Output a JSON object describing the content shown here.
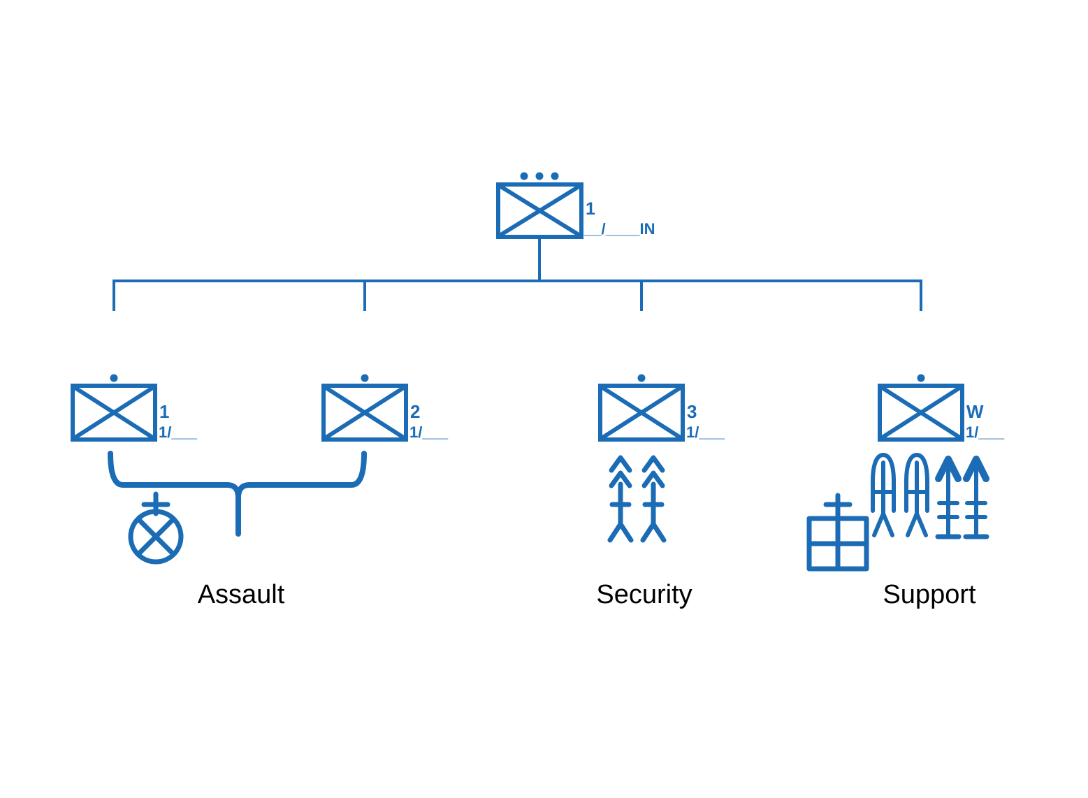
{
  "diagram_type": "military-task-organization-chart",
  "colors": {
    "symbol_blue": "#1b6cb5",
    "label_black": "#000000",
    "background": "#ffffff"
  },
  "platoon": {
    "echelon": "platoon-three-dots",
    "number": "1",
    "designation": "__/____IN"
  },
  "squads": [
    {
      "echelon": "squad-one-dot",
      "number": "1",
      "designation": "1/___"
    },
    {
      "echelon": "squad-one-dot",
      "number": "2",
      "designation": "1/___"
    },
    {
      "echelon": "squad-one-dot",
      "number": "3",
      "designation": "1/___"
    },
    {
      "echelon": "squad-one-dot",
      "number": "W",
      "designation": "1/___"
    }
  ],
  "sections": [
    {
      "label": "Assault",
      "symbols": [
        "machine-gun-circle"
      ]
    },
    {
      "label": "Security",
      "symbols": [
        "javelin-missile",
        "javelin-missile"
      ]
    },
    {
      "label": "Support",
      "symbols": [
        "cart-vehicle",
        "missile",
        "missile",
        "machine-gun-arrow",
        "machine-gun-arrow"
      ]
    }
  ]
}
